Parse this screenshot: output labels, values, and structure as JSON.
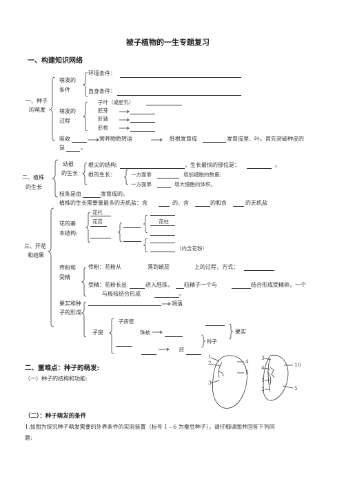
{
  "doc": {
    "title": "被子植物的一生专题复习",
    "section1": "一、构建知识网络",
    "seed": {
      "label_1": "一、种子",
      "label_2": "的萌发",
      "cond_1": "萌发的",
      "cond_2": "条件",
      "env": "环境条件：",
      "self": "自身条件：",
      "proc_1": "萌发的",
      "proc_2": "过程",
      "p_zi": "子叶（或胚乳）",
      "p_ya": "胚芽",
      "p_zhou": "胚轴",
      "p_gen": "胚根",
      "absorb_a": "吸收",
      "absorb_b": "营养物质转运",
      "absorb_c": "胚根发育成",
      "absorb_d": "发育成茎、叶。首先突破种皮的",
      "absorb_e": "是",
      "absorb_f": "。"
    },
    "plant": {
      "label_1": "二、植株",
      "label_2": "的生长",
      "root_1": "幼根",
      "root_2": "的生长",
      "tip": "根尖的结构:",
      "tip_b": "，生长最快的部位是：",
      "tip_c": "。",
      "grow": "根的生长：",
      "g1a": "一方面靠",
      "g1b": "增加细胞的数量;",
      "g2a": "一方面靠",
      "g2b": "增大细胞的体积。",
      "branch_a": "枝条是由",
      "branch_b": "发育成的。",
      "salt_a": "植株的生长需要量最多的无机盐：含",
      "salt_b": "的、含",
      "salt_c": "的和含",
      "salt_d": "的无机盐"
    },
    "fruit": {
      "label_1": "三、开花",
      "label_2": "和结果",
      "flower_1": "花的基",
      "flower_2": "本结构:",
      "tuo": "花托",
      "zhu": "花柱",
      "rui": "花蕊",
      "pollen": "（内含花粉）",
      "pol_1": "传粉和",
      "pol_2": "受精",
      "pol_a": "传粉：花粉从",
      "pol_b": "落到雌蕊",
      "pol_c": "上的过程，方式：",
      "fert_a": "受精：花粉长出",
      "fert_b": "进入胚珠，",
      "fert_c": "粒精子一个与",
      "fert_d": "结合形成受精卵，一个",
      "fert_e": "与极核结合形成",
      "fert_f": "。",
      "form_1": "果实和种",
      "form_2": "子的形成",
      "diao": "凋落",
      "zfang": "子房",
      "zfb": "子房壁",
      "zhu_bei": "珠被",
      "zhongzi": "种子",
      "guoshi": "果实",
      "pei": "胚"
    },
    "section2": "二、重难点：种子的萌发:",
    "sub1": "（一）种子的结构和功能:",
    "sub2": "（二）：种子萌发的条件",
    "q1_a": "1.如图为探究种子萌发需要的外界条件的实验装置（标号 1﹣6 为蚕豆种子），请仔细读图并回答下列问",
    "q1_b": "题:",
    "bean_nums": [
      "1",
      "2",
      "3",
      "4",
      "5"
    ],
    "corn_nums": [
      "3",
      "4",
      "1",
      "2",
      "10",
      "5"
    ]
  }
}
